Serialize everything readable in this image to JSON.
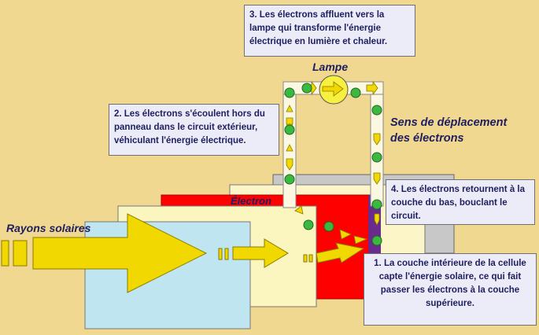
{
  "notes": {
    "step1": "1. La couche intérieure de la cellule capte l'énergie solaire, ce qui fait passer les électrons à la couche supérieure.",
    "step2": "2. Les électrons s'écoulent hors du panneau dans le circuit extérieur, véhiculant l'énergie électrique.",
    "step3": "3. Les électrons affluent vers la lampe qui transforme l'énergie électrique en lumière et chaleur.",
    "step4": "4. Les électrons retournent à la couche du bas, bouclant le circuit."
  },
  "labels": {
    "lamp": "Lampe",
    "direction": "Sens de déplacement\ndes électrons",
    "electron": "Électron",
    "sunrays": "Rayons solaires"
  },
  "icons": {
    "sun_arrow": "sun-ray-arrow-icon",
    "lamp": "lamp-icon",
    "electron": "electron-dot-icon"
  },
  "colors": {
    "background": "#f0d890",
    "electron": "#3cb840",
    "arrow": "#f0d800",
    "red_layer": "#ff0000",
    "outer_layer": "#c8c8c8",
    "purple_contact": "#6a2c8c",
    "blue_layer": "#bfe6f0"
  }
}
